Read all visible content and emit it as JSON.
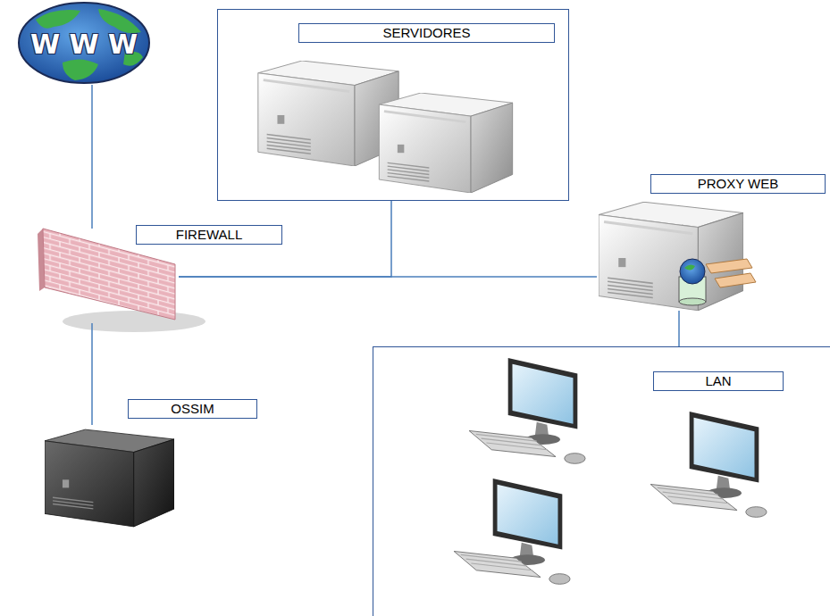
{
  "diagram": {
    "nodes": [
      {
        "text": [
          "W W W"
        ]
      },
      {
        "text": [
          "SERVIDORES"
        ]
      },
      {
        "text": [
          "FIREWALL"
        ]
      },
      {
        "text": [
          "PROXY WEB"
        ]
      },
      {
        "text": [
          "LAN"
        ]
      },
      {
        "text": [
          "OSSIM"
        ]
      }
    ],
    "edges": [
      {
        "from": 0,
        "to": 2,
        "arrow": "none"
      },
      {
        "from": 2,
        "to": 1,
        "arrow": "none"
      },
      {
        "from": 2,
        "to": 3,
        "arrow": "none"
      },
      {
        "from": 2,
        "to": 5,
        "arrow": "none"
      },
      {
        "from": 3,
        "to": 4,
        "arrow": "none"
      }
    ]
  }
}
